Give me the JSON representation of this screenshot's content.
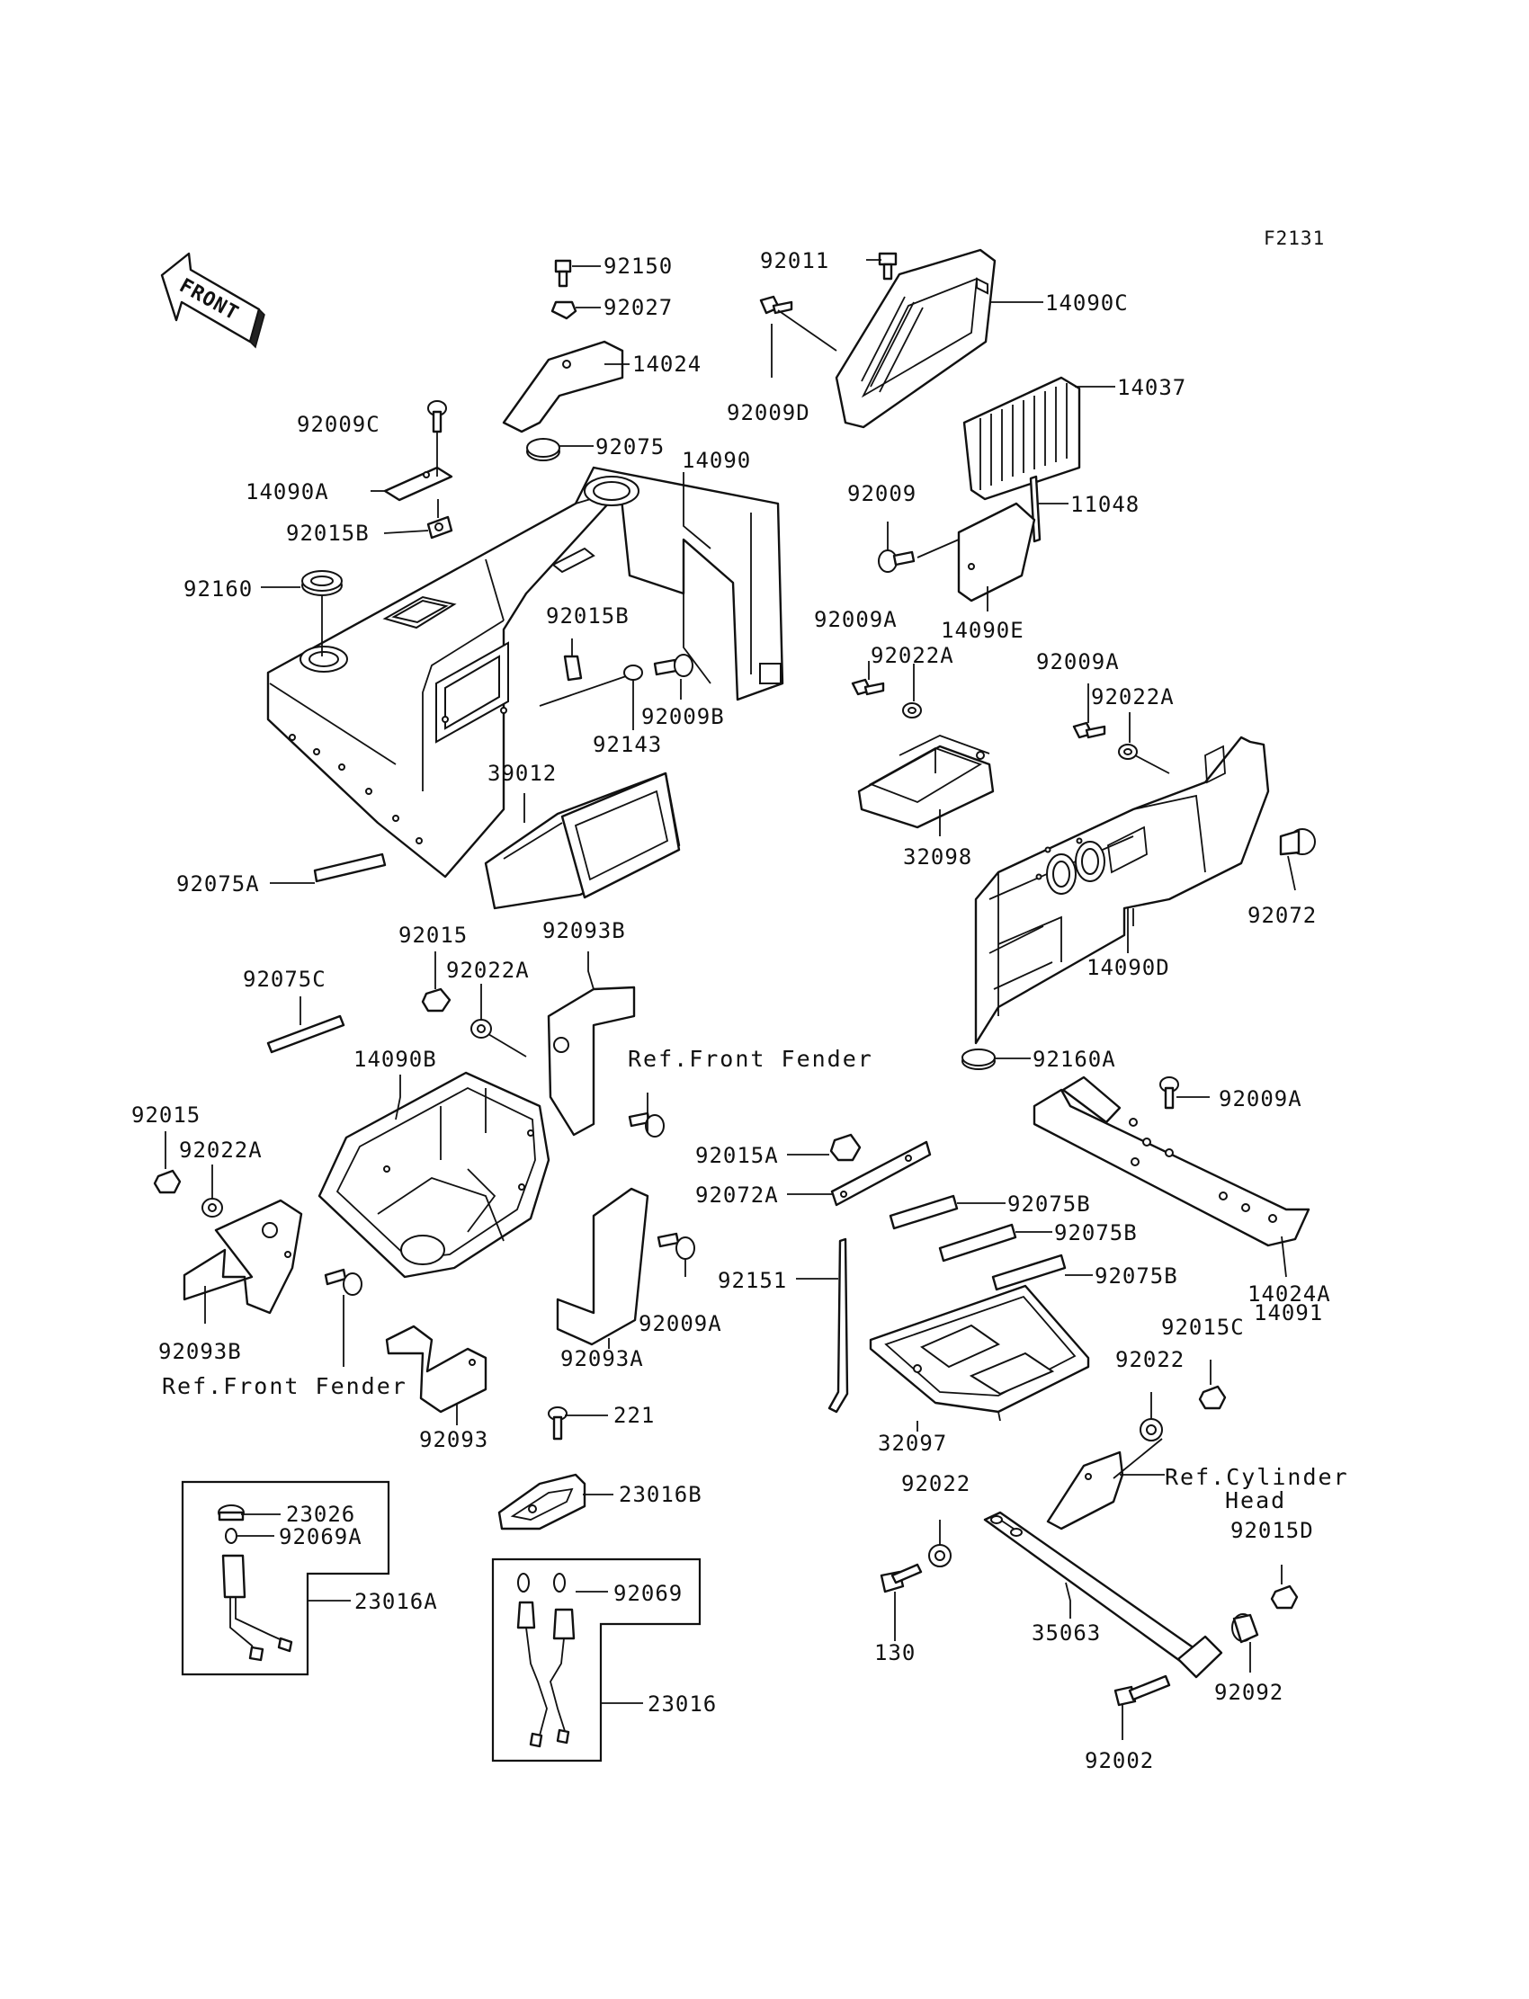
{
  "diagram_code": "F2131",
  "front_arrow_label": "FRONT",
  "labels": {
    "l92150": "92150",
    "l92027": "92027",
    "l14024": "14024",
    "l92011": "92011",
    "l14090C": "14090C",
    "l92009D": "92009D",
    "l14037": "14037",
    "l92009C": "92009C",
    "l92075": "92075",
    "l14090": "14090",
    "l14090A": "14090A",
    "l92015B_top": "92015B",
    "l92009": "92009",
    "l11048": "11048",
    "l92160": "92160",
    "l92015B_mid": "92015B",
    "l14090E": "14090E",
    "l92009A_1": "92009A",
    "l92022A_1": "92022A",
    "l92009B": "92009B",
    "l92143": "92143",
    "l92009A_2": "92009A",
    "l92022A_2": "92022A",
    "l39012": "39012",
    "l32098": "32098",
    "l92072": "92072",
    "l92075A": "92075A",
    "l92015_1": "92015",
    "l92093B_top": "92093B",
    "l92022A_3": "92022A",
    "l92075C": "92075C",
    "l14090D": "14090D",
    "l14090B": "14090B",
    "l92160A": "92160A",
    "l92015_2": "92015",
    "l92009A_3": "92009A",
    "l92022A_4": "92022A",
    "l92015A": "92015A",
    "l92072A": "92072A",
    "l92075B_1": "92075B",
    "l92075B_2": "92075B",
    "l92151": "92151",
    "l92075B_3": "92075B",
    "l14024A": "14024A",
    "l14091": "14091",
    "l92009A_4": "92009A",
    "l92093B_bot": "92093B",
    "l92093A": "92093A",
    "l92015C": "92015C",
    "l92022_1": "92022",
    "l92093": "92093",
    "l32097": "32097",
    "l221": "221",
    "l23026": "23026",
    "l23016B": "23016B",
    "l92022_2": "92022",
    "l92069A": "92069A",
    "l92015D": "92015D",
    "l23016A": "23016A",
    "l92069": "92069",
    "l130": "130",
    "l35063": "35063",
    "l92092": "92092",
    "l23016": "23016",
    "l92002": "92002"
  },
  "refs": {
    "front_fender_1": "Ref.Front Fender",
    "front_fender_2": "Ref.Front Fender",
    "cylinder_head_1": "Ref.Cylinder",
    "cylinder_head_2": "Head"
  }
}
